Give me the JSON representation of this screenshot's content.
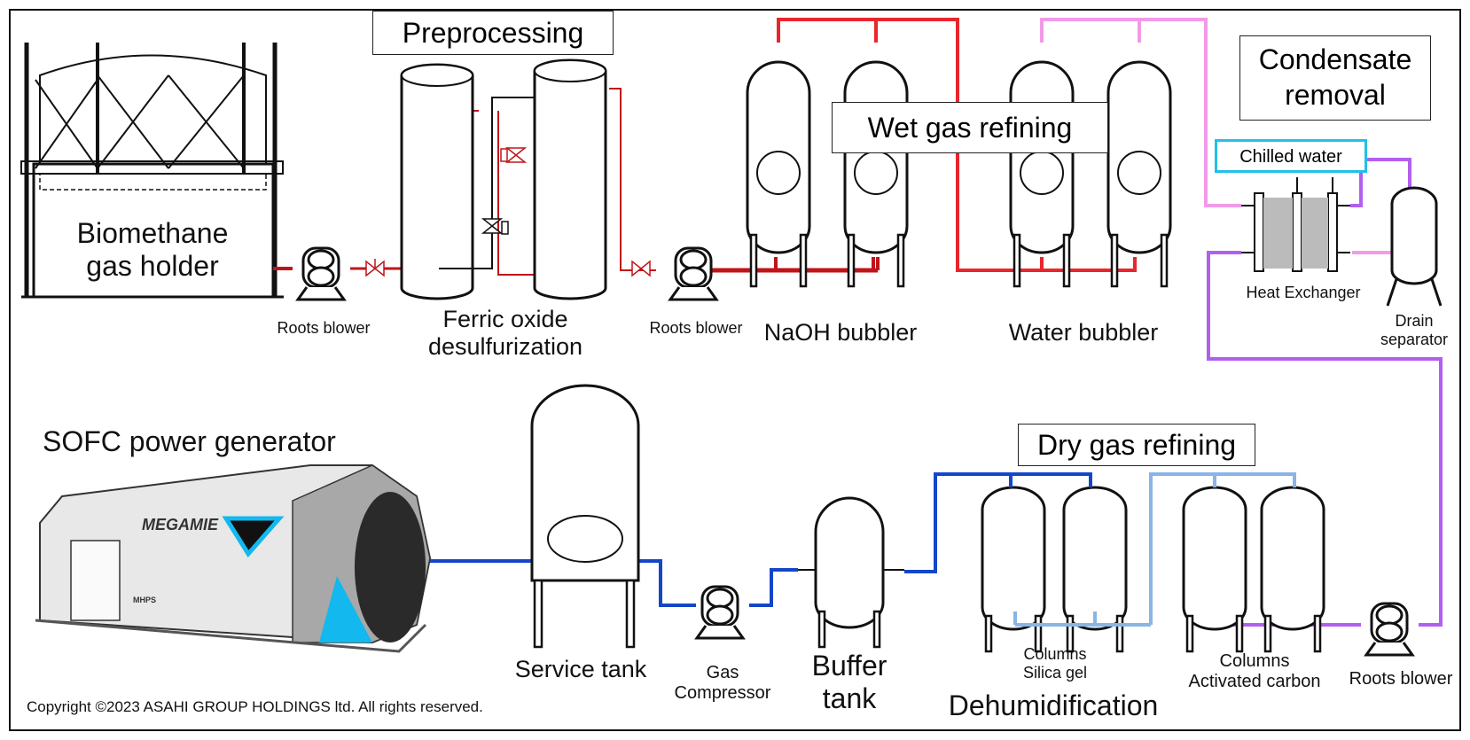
{
  "title_boxes": {
    "preprocessing": "Preprocessing",
    "wet_gas_refining": "Wet gas refining",
    "condensate_removal_line1": "Condensate",
    "condensate_removal_line2": "removal",
    "dry_gas_refining": "Dry gas refining",
    "chilled_water": "Chilled  water"
  },
  "labels": {
    "gas_holder_line1": "Biomethane",
    "gas_holder_line2": "gas holder",
    "roots_blower_1": "Roots blower",
    "ferric_line1": "Ferric  oxide",
    "ferric_line2": "desulfurization",
    "roots_blower_2": "Roots blower",
    "naoh_bubbler": "NaOH  bubbler",
    "water_bubbler": "Water  bubbler",
    "heat_exchanger": "Heat Exchanger",
    "drain_line1": "Drain",
    "drain_line2": "separator",
    "sofc": "SOFC power generator",
    "sofc_brand": "MEGAMIE",
    "sofc_maker": "MHPS",
    "service_tank": "Service tank",
    "gas_compressor_line1": "Gas",
    "gas_compressor_line2": "Compressor",
    "buffer_line1": "Buffer",
    "buffer_line2": "tank",
    "silica_line1": "Columns",
    "silica_line2": "Silica gel",
    "dehumidification": "Dehumidification",
    "carbon_line1": "Columns",
    "carbon_line2": "Activated carbon",
    "roots_blower_3": "Roots blower"
  },
  "copyright": "Copyright ©2023  ASAHI GROUP HOLDINGS ltd.  All rights reserved.",
  "colors": {
    "pipe_red": "#e8262b",
    "pipe_darkred": "#c0141a",
    "pipe_pink": "#f29ae8",
    "pipe_purple": "#b25ff0",
    "pipe_blue": "#1446c8",
    "pipe_lightblue": "#8ab4e6",
    "chilled_cyan": "#22c0e8",
    "sofc_cyan": "#12b8ee"
  }
}
